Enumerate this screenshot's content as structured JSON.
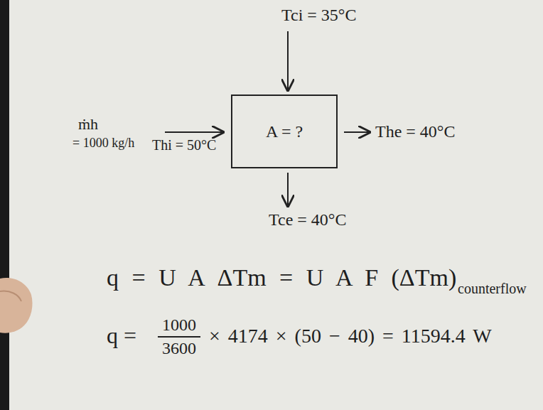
{
  "diagram": {
    "nodes": [
      {
        "text": [
          "A = ?"
        ]
      }
    ],
    "labels": [
      "Tci = 35°C",
      "ṁh",
      "= 1000 kg/h",
      "Thi = 50°C",
      "The = 40°C",
      "Tce = 40°C",
      "q = U A ΔTm = U A F (ΔTm)",
      "counterflow",
      "q =",
      "1000",
      "3600",
      "× 4174 × (50 − 40) = 11594.4 W"
    ]
  }
}
